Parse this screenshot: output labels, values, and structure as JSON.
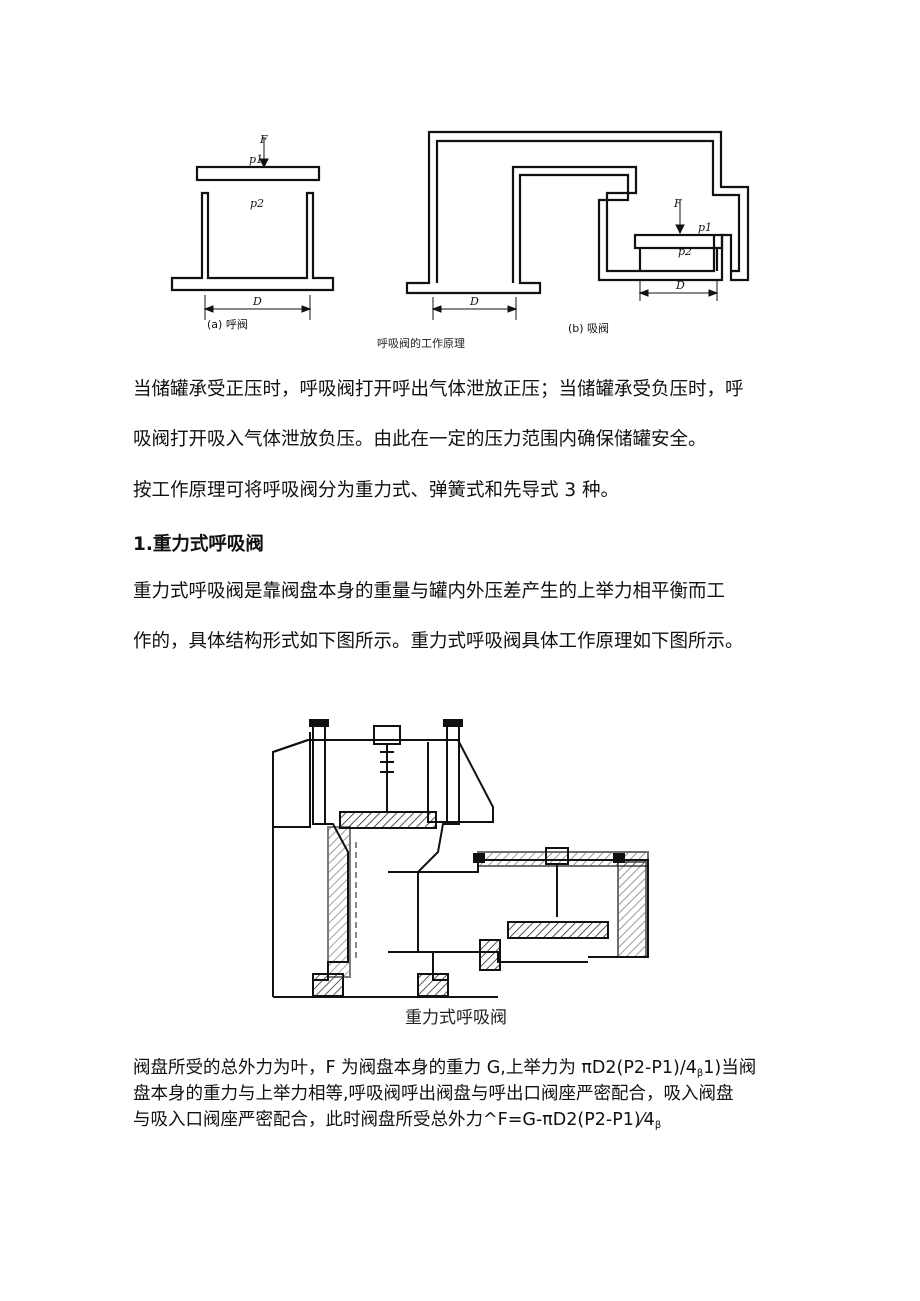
{
  "figure1": {
    "label_F_a": "F",
    "label_p1_a": "p1",
    "label_p2_a": "p2",
    "label_D_a": "D",
    "label_a": "(a) 呼阀",
    "label_F_b": "F",
    "label_p1_b": "p1",
    "label_p2_b": "p2",
    "label_D_b1": "D",
    "label_D_b2": "D",
    "label_b": "(b) 吸阀",
    "caption": "呼吸阀的工作原理"
  },
  "paragraphs": {
    "p1_line1": "当储罐承受正压时，呼吸阀打开呼出气体泄放正压；当储罐承受负压时，呼",
    "p1_line2": "吸阀打开吸入气体泄放负压。由此在一定的压力范围内确保储罐安全。",
    "p2": "按工作原理可将呼吸阀分为重力式、弹簧式和先导式 3 种。",
    "heading": "1.重力式呼吸阀",
    "p3_line1": "重力式呼吸阀是靠阀盘本身的重量与罐内外压差产生的上举力相平衡而工",
    "p3_line2": "作的，具体结构形式如下图所示。重力式呼吸阀具体工作原理如下图所示。"
  },
  "figure2": {
    "caption": "重力式呼吸阀"
  },
  "formula_text": {
    "line1_a": "阀盘所受的总外力为叶，F 为阀盘本身的重力 G,上举力为 πD2(P2-P1)/4",
    "line1_sub": "β",
    "line1_b": "1)当阀",
    "line2": "盘本身的重力与上举力相等,呼吸阀呼出阀盘与呼出口阀座严密配合，吸入阀盘",
    "line3_a": "与吸入口阀座严密配合，此时阀盘所受总外力^F=G-πD2(P2-P1)⁄4",
    "line3_sub": "β"
  }
}
